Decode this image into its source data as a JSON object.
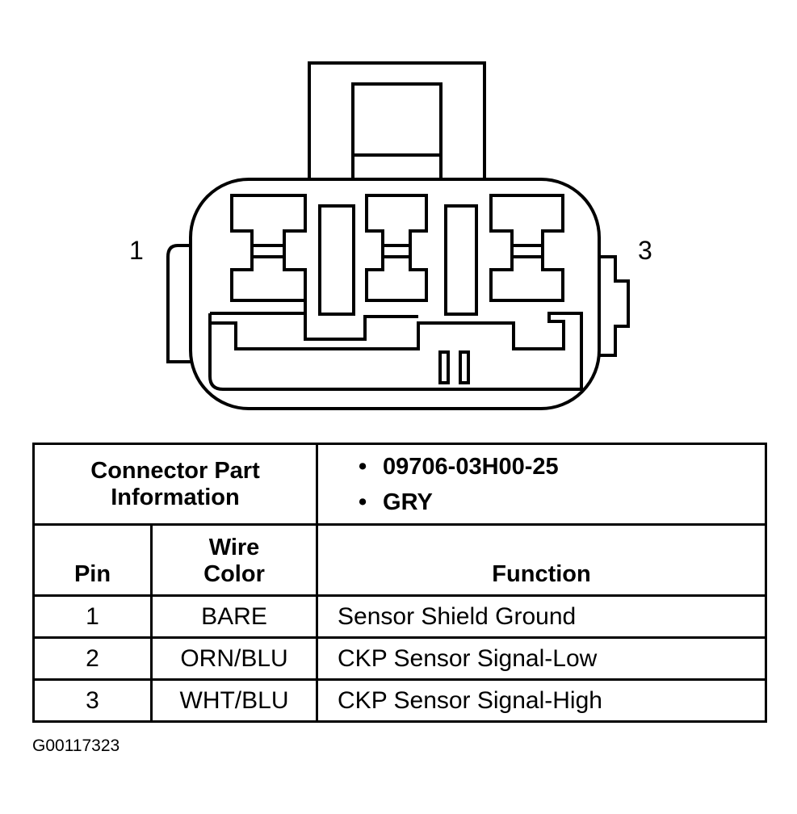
{
  "diagram": {
    "pin_labels": {
      "left": "1",
      "right": "3"
    }
  },
  "table": {
    "part_info_label": "Connector Part Information",
    "part_numbers": [
      "09706-03H00-25",
      "GRY"
    ],
    "headers": {
      "pin": "Pin",
      "wire_color": "Wire Color",
      "function": "Function"
    },
    "rows": [
      {
        "pin": "1",
        "wire_color": "BARE",
        "function": "Sensor Shield Ground"
      },
      {
        "pin": "2",
        "wire_color": "ORN/BLU",
        "function": "CKP Sensor Signal-Low"
      },
      {
        "pin": "3",
        "wire_color": "WHT/BLU",
        "function": "CKP Sensor Signal-High"
      }
    ]
  },
  "figure_id": "G00117323"
}
